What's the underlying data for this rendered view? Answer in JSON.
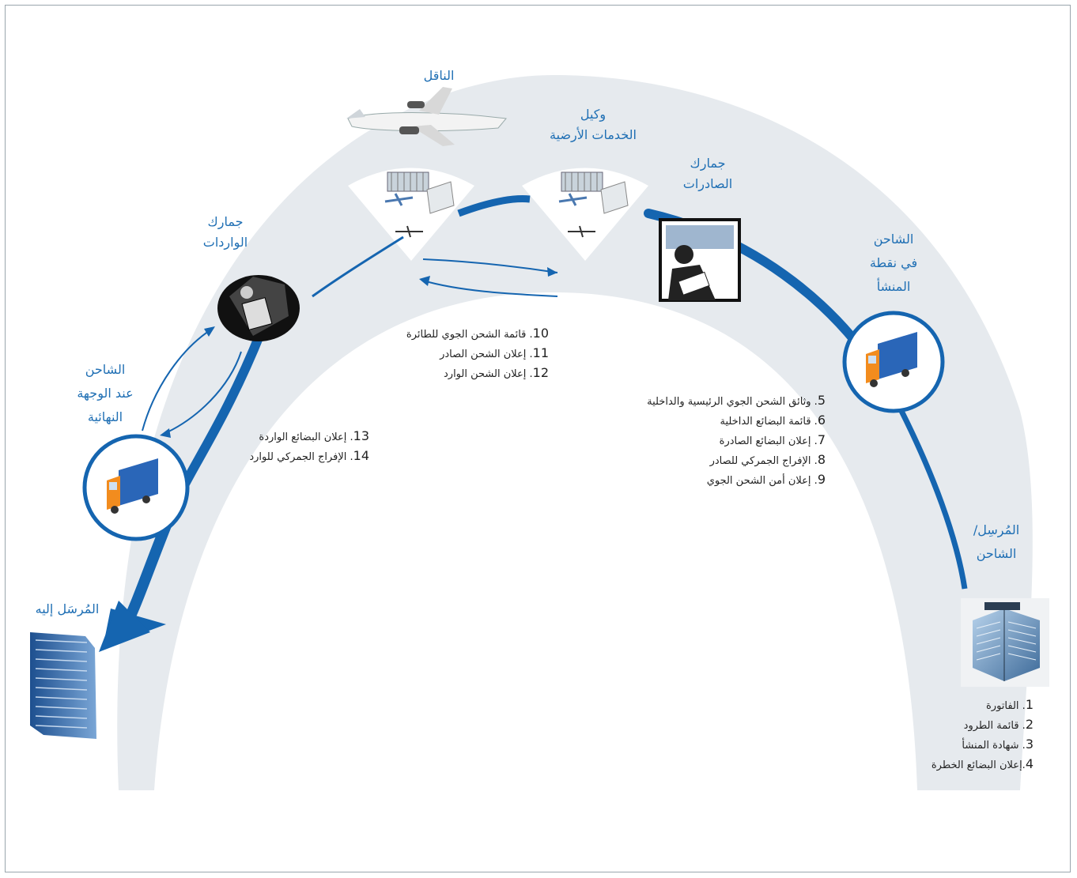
{
  "labels": {
    "carrier": "الناقل",
    "ground_agent": [
      "وكيل",
      "الخدمات الأرضية"
    ],
    "export_customs": [
      "جمارك",
      "الصادرات"
    ],
    "import_customs": [
      "جمارك",
      "الواردات"
    ],
    "origin_shipper": [
      "الشاحن",
      "في نقطة",
      "المنشأ"
    ],
    "dest_shipper": [
      "الشاحن",
      "عند الوجهة",
      "النهائية"
    ],
    "sender": [
      "المُرسِل/",
      "الشاحن"
    ],
    "consignee": "المُرسَل إليه"
  },
  "lists": {
    "sender_docs": [
      {
        "num": "1",
        "text": ". الفاتورة"
      },
      {
        "num": "2",
        "text": ". قائمة الطرود"
      },
      {
        "num": "3",
        "text": ". شهادة المنشأ"
      },
      {
        "num": "4",
        "text": ".إعلان البضائع الخطرة"
      }
    ],
    "export_docs": [
      {
        "num": "5",
        "text": ". وثائق الشحن الجوي الرئيسية والداخلية"
      },
      {
        "num": "6",
        "text": ". قائمة البضائع الداخلية"
      },
      {
        "num": "7",
        "text": ". إعلان البضائع الصادرة"
      },
      {
        "num": "8",
        "text": ". الإفراج الجمركي للصادر"
      },
      {
        "num": "9",
        "text": ". إعلان أمن الشحن الجوي"
      }
    ],
    "carrier_docs": [
      {
        "num": "10",
        "text": ". قائمة الشحن الجوي للطائرة"
      },
      {
        "num": "11",
        "text": ". إعلان الشحن الصادر"
      },
      {
        "num": "12",
        "text": ". إعلان الشحن الوارد"
      }
    ],
    "import_docs": [
      {
        "num": "13",
        "text": ". إعلان البضائع الواردة"
      },
      {
        "num": "14",
        "text": ". الإفراج الجمركي للوارد"
      }
    ]
  },
  "colors": {
    "accent": "#1565b0",
    "arc": "#e6eaee",
    "label": "#1f6fb4"
  }
}
